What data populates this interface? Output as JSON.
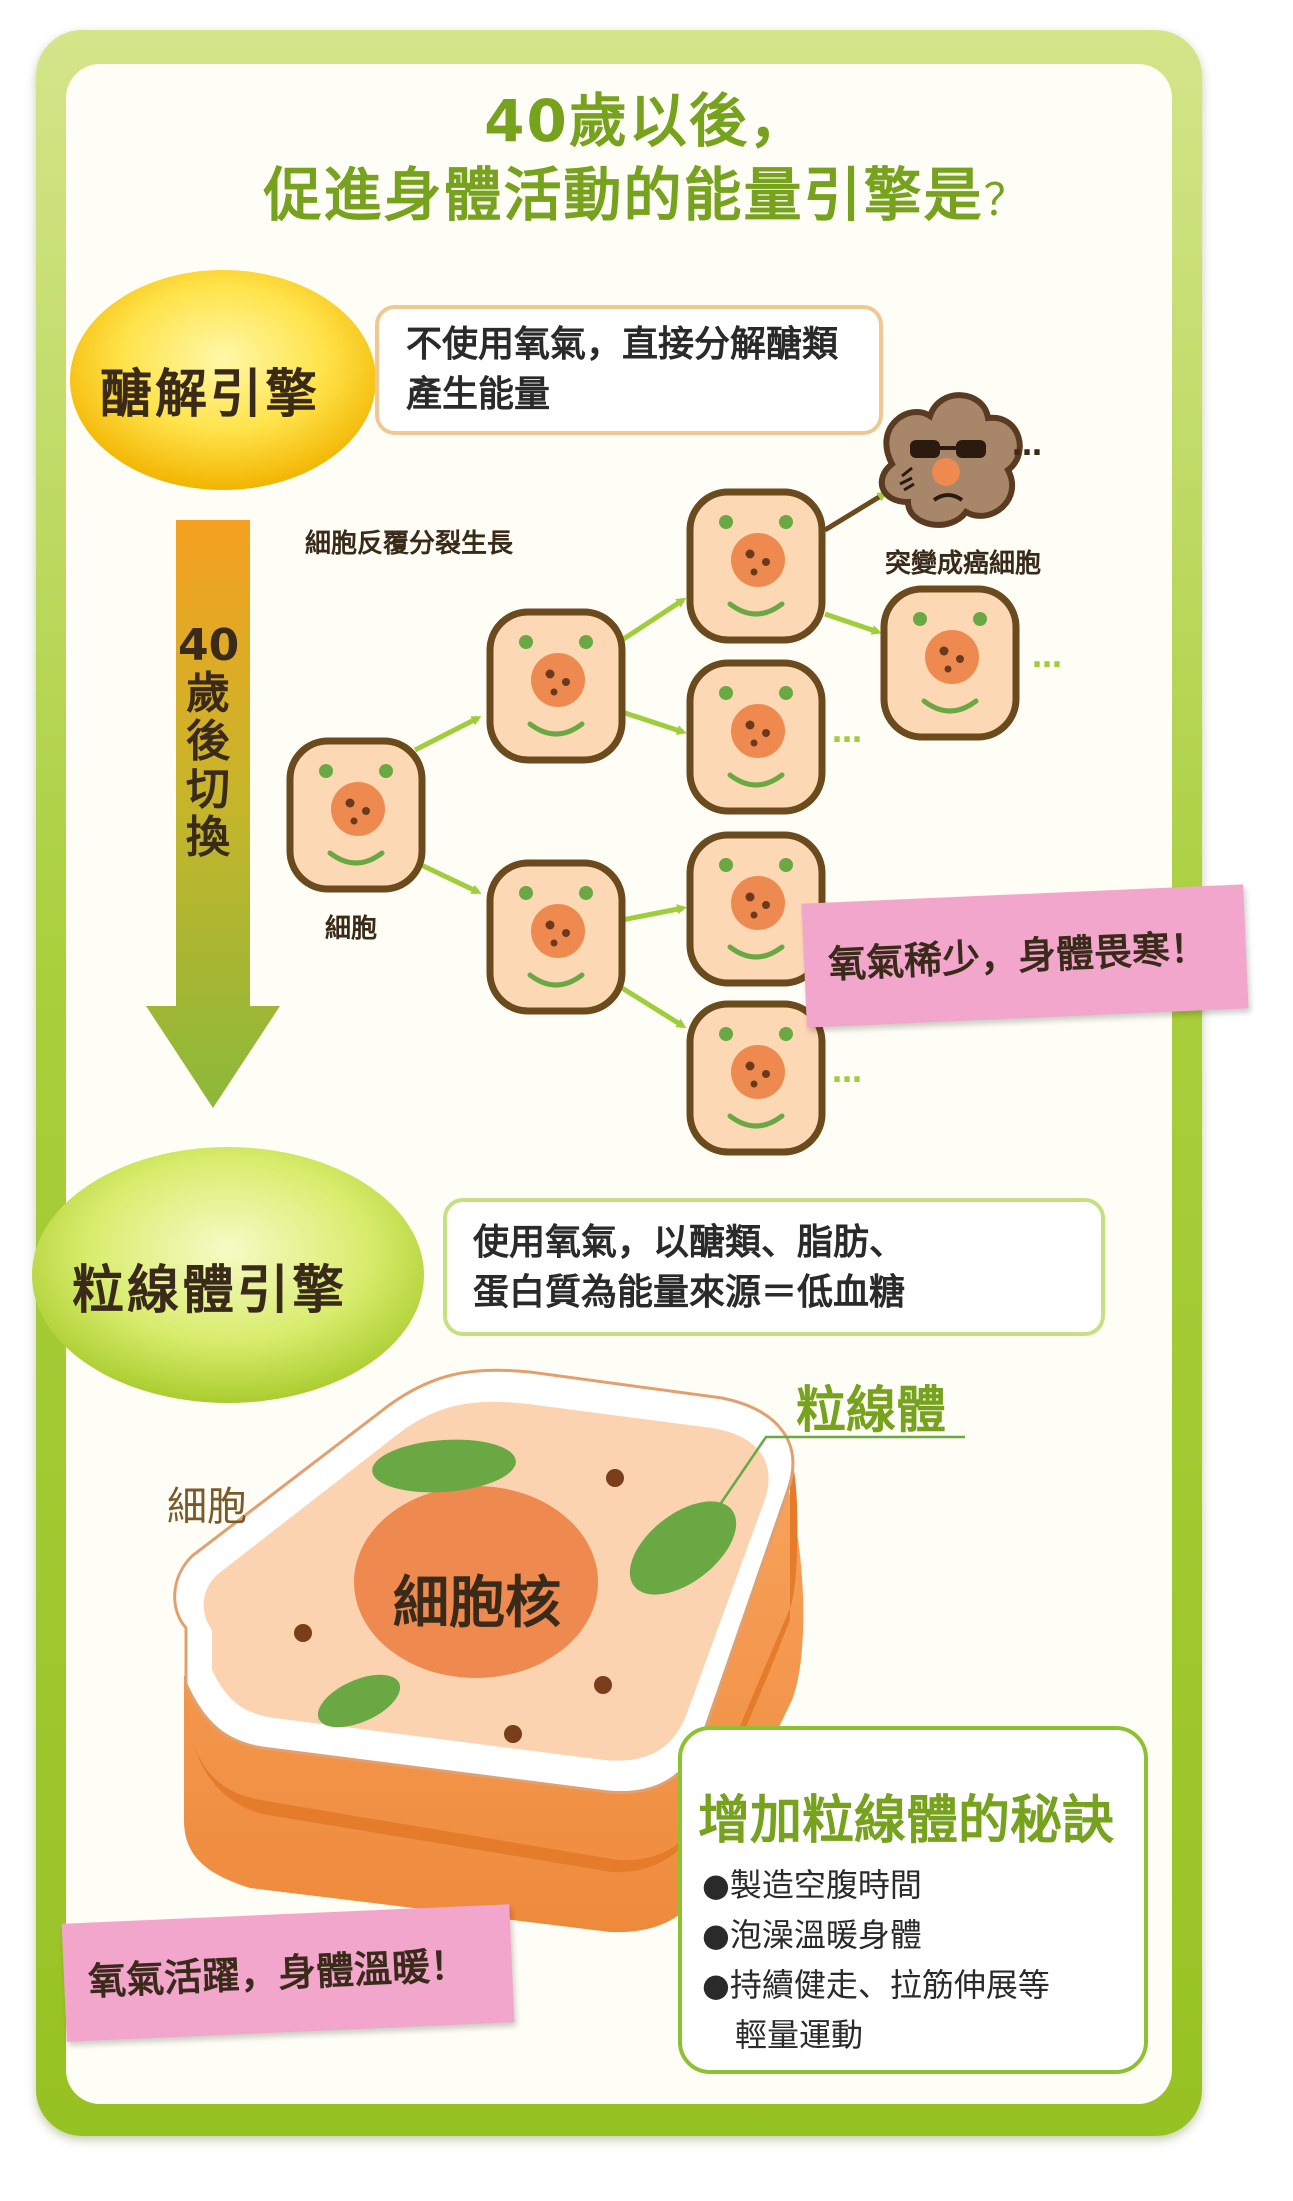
{
  "title": {
    "line1": "40歲以後，",
    "line2": "促進身體活動的能量引擎是",
    "mark": "？"
  },
  "glycolysis": {
    "label": "醣解引擎",
    "desc_line1": "不使用氧氣，直接分解醣類",
    "desc_line2": "產生能量"
  },
  "switch_label": [
    "40",
    "歲",
    "後",
    "切",
    "換"
  ],
  "division_label": "細胞反覆分裂生長",
  "cell_label": "細胞",
  "cancer_label": "突變成癌細胞",
  "ellipsis": "…",
  "cold_note": "氧氣稀少，身體畏寒！",
  "mitochondria": {
    "label": "粒線體引擎",
    "desc_line1": "使用氧氣，以醣類、脂肪、",
    "desc_line2": "蛋白質為能量來源＝低血糖"
  },
  "big_cell": {
    "cell_label": "細胞",
    "nucleus_label": "細胞核",
    "mito_label": "粒線體"
  },
  "warm_note": "氧氣活躍，身體溫暖！",
  "tips": {
    "title": "增加粒線體的秘訣",
    "bullet": "●",
    "items": [
      "製造空腹時間",
      "泡澡溫暖身體",
      "持續健走、拉筋伸展等"
    ],
    "item3_cont": "輕量運動"
  },
  "colors": {
    "frame_green": "#a9cf3c",
    "title_green": "#76a21e",
    "note_pink": "#f3a6cc",
    "cell_fill": "#fcd8b4",
    "cell_border": "#6b4a1e",
    "nucleus": "#ee8a4f",
    "mito_green": "#6aa843"
  }
}
